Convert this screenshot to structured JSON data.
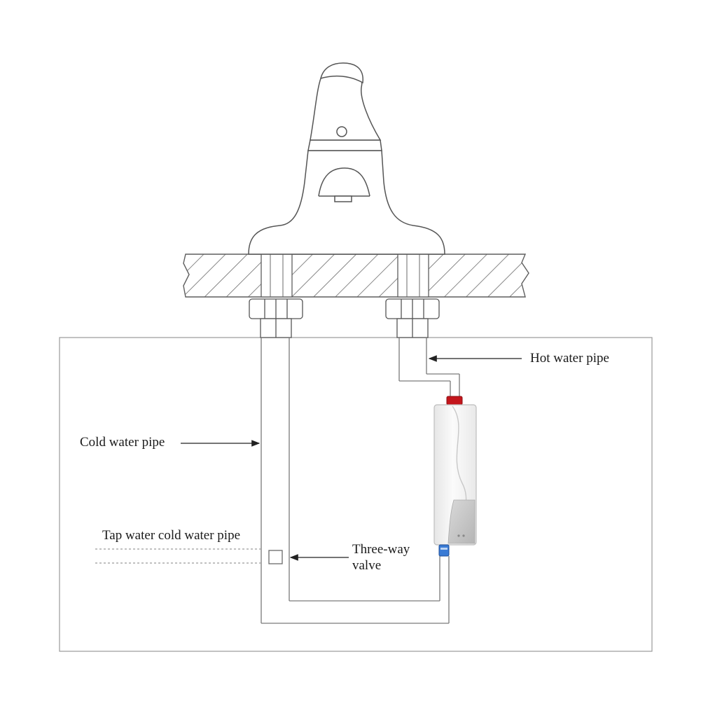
{
  "labels": {
    "hot_water_pipe": "Hot water pipe",
    "cold_water_pipe": "Cold water pipe",
    "tap_water_cold_water_pipe": "Tap water cold water pipe",
    "three_way_valve_line1": "Three-way",
    "three_way_valve_line2": "valve"
  },
  "colors": {
    "line": "#6f6f6f",
    "hot_connector": "#c4161c",
    "cold_connector": "#3a7bd5",
    "heater_body": "#f3f3f3",
    "heater_panel": "#c9c9c9"
  }
}
